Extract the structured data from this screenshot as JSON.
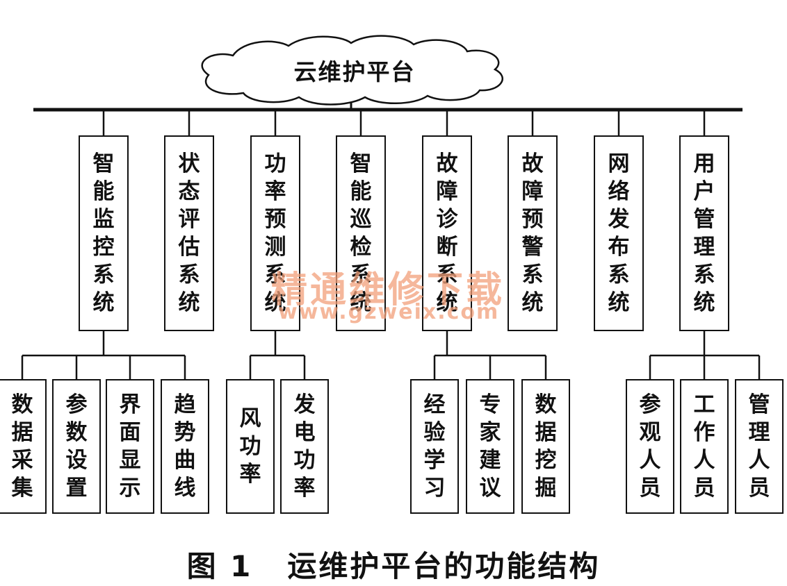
{
  "platform": {
    "label": "云维护平台"
  },
  "systems": [
    {
      "id": "monitor",
      "label": "智能监控系统",
      "modules": [
        "数据采集",
        "参数设置",
        "界面显示",
        "趋势曲线"
      ]
    },
    {
      "id": "assess",
      "label": "状态评估系统",
      "modules": []
    },
    {
      "id": "forecast",
      "label": "功率预测系统",
      "modules": [
        "风功率",
        "发电功率"
      ]
    },
    {
      "id": "patrol",
      "label": "智能巡检系统",
      "modules": []
    },
    {
      "id": "diagnose",
      "label": "故障诊断系统",
      "modules": [
        "经验学习",
        "专家建议",
        "数据挖掘"
      ]
    },
    {
      "id": "warning",
      "label": "故障预警系统",
      "modules": []
    },
    {
      "id": "publish",
      "label": "网络发布系统",
      "modules": []
    },
    {
      "id": "users",
      "label": "用户管理系统",
      "modules": [
        "参观人员",
        "工作人员",
        "管理人员"
      ]
    }
  ],
  "caption": {
    "figure_no": "图 1",
    "title": "运维护平台的功能结构"
  },
  "watermark": {
    "text_cn": "精通维修下载",
    "url": "www.gzweix.com"
  }
}
